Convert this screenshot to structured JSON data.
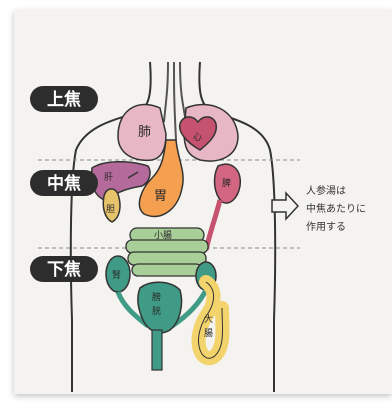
{
  "zones": {
    "upper": "上焦",
    "middle": "中焦",
    "lower": "下焦"
  },
  "organs": {
    "lung": "肺",
    "heart": "心",
    "liver": "肝",
    "gallbladder": "胆",
    "stomach": "胃",
    "spleen": "脾",
    "small_intestine": "小腸",
    "kidney": "腎",
    "bladder_1": "膀",
    "bladder_2": "胱",
    "large_intestine_1": "大",
    "large_intestine_2": "腸"
  },
  "caption": {
    "line1": "人参湯は",
    "line2": "中焦あたりに",
    "line3": "作用する"
  },
  "colors": {
    "background": "#f4f3ef",
    "label_bg": "#2d2d2d",
    "lung": "#e8b7c5",
    "heart": "#c5536f",
    "liver": "#b46a9a",
    "stomach": "#f4a050",
    "spleen": "#d2657f",
    "intestine": "#a9cf99",
    "kidney": "#3f9b86",
    "large_intestine": "#f2d36c"
  }
}
